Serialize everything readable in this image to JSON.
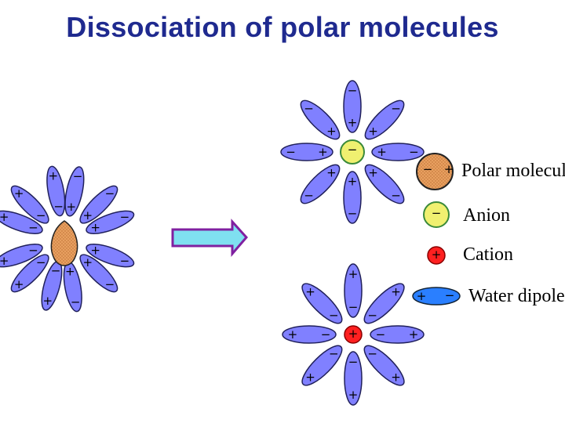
{
  "slide": {
    "title": "Dissociation of polar molecules"
  },
  "legend": {
    "polar_molecule": "Polar molecul",
    "anion": "Anion",
    "cation": "Cation",
    "water_dipole": "Water dipole"
  },
  "signs": {
    "plus": "+",
    "minus": "−"
  },
  "colors": {
    "title": "#1f2a8f",
    "water_dipole": "#8080ff",
    "polar_molecule": "#e8a060",
    "anion": "#f0f070",
    "cation": "#ff2020",
    "legend_dipole": "#2a7fff",
    "arrow": "#7fe0f0",
    "arrow_border": "#8020a0"
  },
  "icons": {
    "arrow": "right-arrow-icon"
  }
}
